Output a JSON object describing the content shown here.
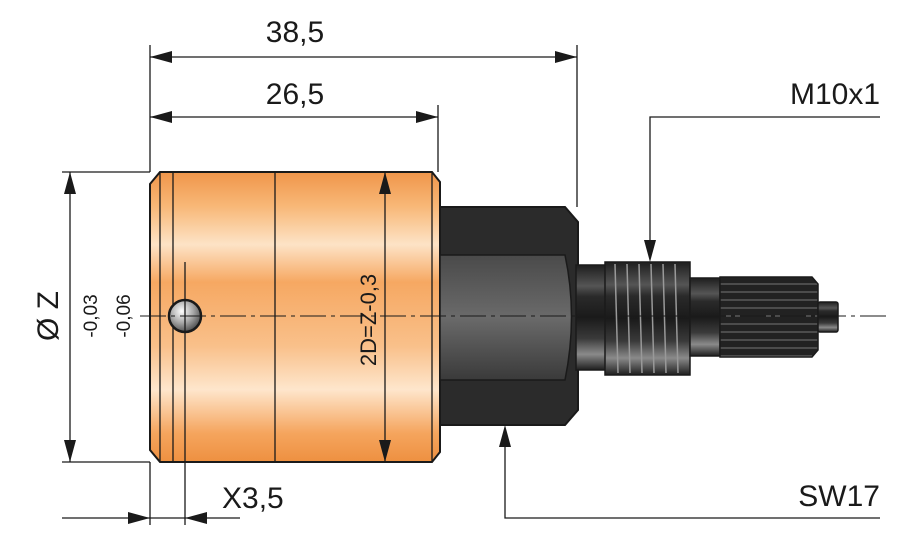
{
  "dimensions": {
    "overall_length": "38,5",
    "body_length": "26,5",
    "diameter_label": "Ø Z",
    "diameter_tolerance_upper": "-0,03",
    "diameter_tolerance_lower": "-0,06",
    "bore_label": "2D=Z-0,3",
    "ball_offset": "X3,5",
    "thread": "M10x1",
    "hex_size": "SW17"
  },
  "colors": {
    "body_orange": "#f4a35a",
    "hex_dark": "#2b2b2b",
    "line": "#1a1a1a"
  }
}
